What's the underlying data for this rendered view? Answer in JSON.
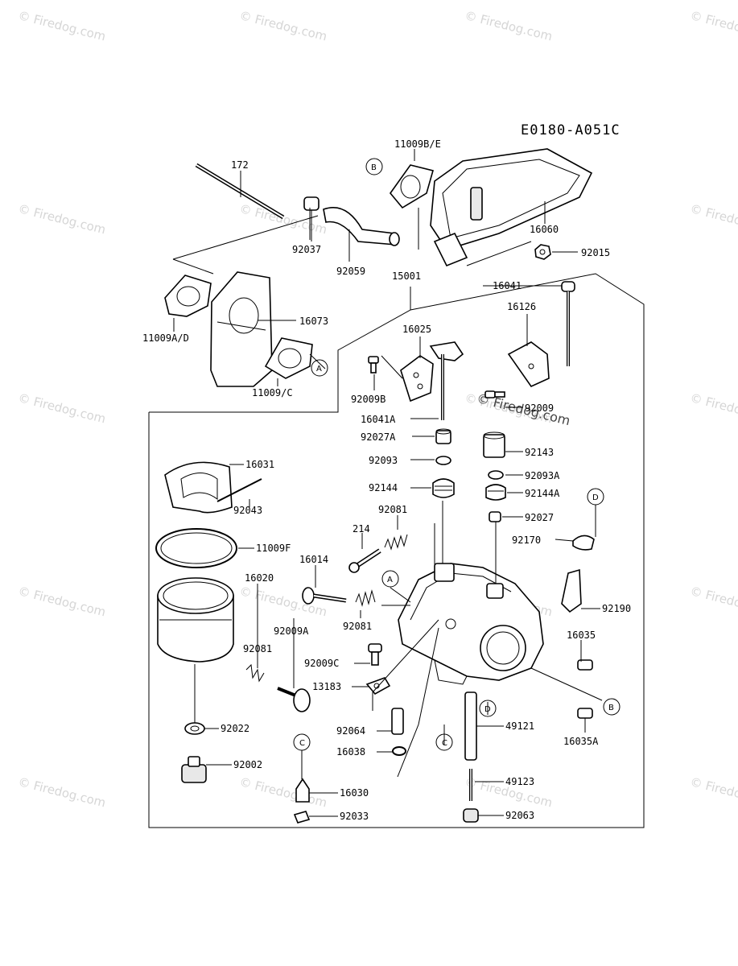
{
  "diagram_code": "E0180-A051C",
  "watermark": "© Firedog.com",
  "callouts": [
    "A",
    "B",
    "C",
    "D"
  ],
  "labels": {
    "p172": "172",
    "p92037": "92037",
    "p92059": "92059",
    "p11009BE": "11009B/E",
    "p16060": "16060",
    "p92015": "92015",
    "p15001": "15001",
    "p11009AD": "11009A/D",
    "p16073": "16073",
    "p11009C": "11009/C",
    "p16041": "16041",
    "p16126": "16126",
    "p16025": "16025",
    "p92009B": "92009B",
    "p92009": "92009",
    "p16041A": "16041A",
    "p92027A": "92027A",
    "p92143": "92143",
    "p92093": "92093",
    "p92093A": "92093A",
    "p92144": "92144",
    "p92144A": "92144A",
    "p16031": "16031",
    "p92043": "92043",
    "p92081a": "92081",
    "p92027": "92027",
    "p214": "214",
    "p92170": "92170",
    "p11009F": "11009F",
    "p16014": "16014",
    "p16020": "16020",
    "p92190": "92190",
    "p92009A": "92009A",
    "p92081b": "92081",
    "p92081c": "92081",
    "p16035": "16035",
    "p92009C": "92009C",
    "p13183": "13183",
    "p92022": "92022",
    "p92064": "92064",
    "p49121": "49121",
    "p16035A": "16035A",
    "p16038": "16038",
    "p92002": "92002",
    "p49123": "49123",
    "p16030": "16030",
    "p92033": "92033",
    "p92063": "92063"
  }
}
